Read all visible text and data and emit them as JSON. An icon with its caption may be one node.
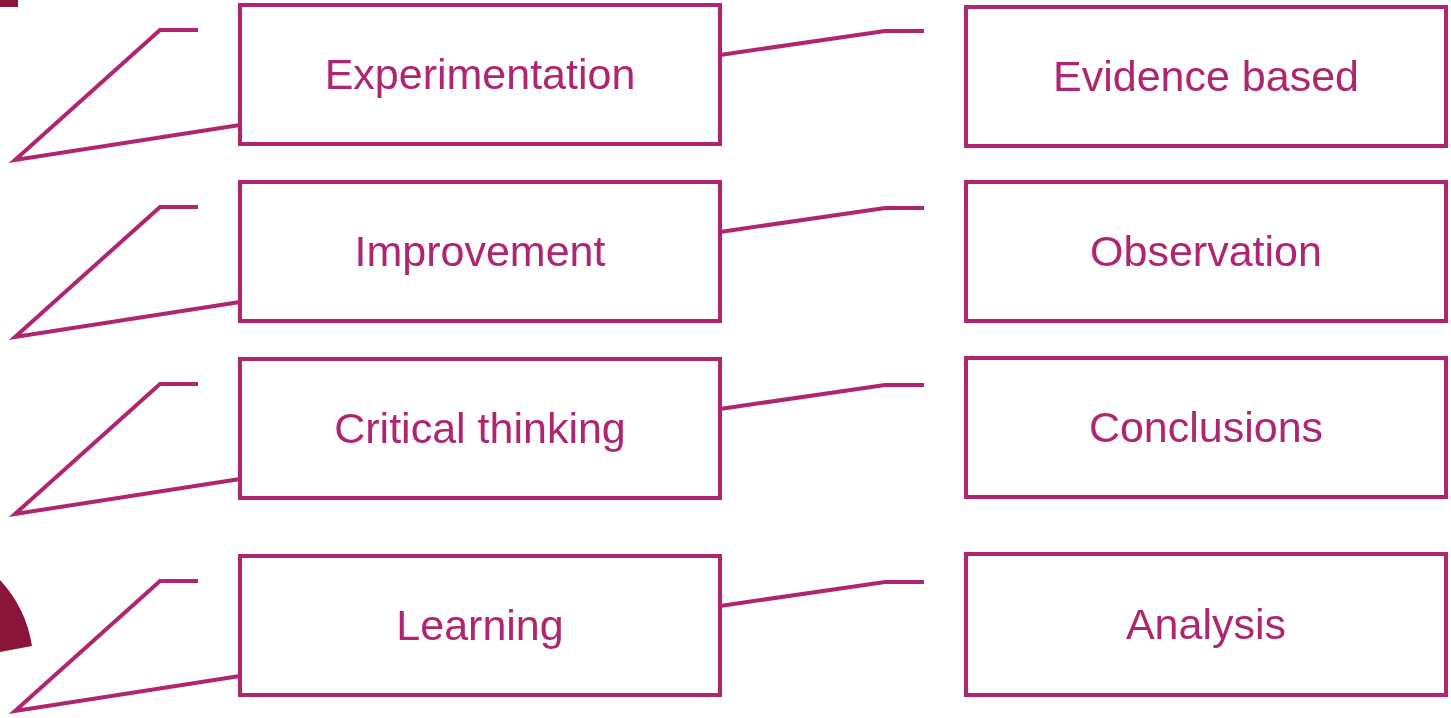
{
  "diagram": {
    "nodes": [
      {
        "text": [
          "Experimentation"
        ]
      },
      {
        "text": [
          "Evidence based"
        ]
      },
      {
        "text": [
          "Improvement"
        ]
      },
      {
        "text": [
          "Observation"
        ]
      },
      {
        "text": [
          "Critical thinking"
        ]
      },
      {
        "text": [
          "Conclusions"
        ]
      },
      {
        "text": [
          "Learning"
        ]
      },
      {
        "text": [
          "Analysis"
        ]
      }
    ],
    "edges": [
      {
        "from": null,
        "to": 0,
        "arrow": "none"
      },
      {
        "from": 0,
        "to": null,
        "arrow": "none"
      },
      {
        "from": null,
        "to": 2,
        "arrow": "none"
      },
      {
        "from": 2,
        "to": null,
        "arrow": "none"
      },
      {
        "from": null,
        "to": 4,
        "arrow": "none"
      },
      {
        "from": 4,
        "to": null,
        "arrow": "none"
      },
      {
        "from": null,
        "to": 6,
        "arrow": "none"
      },
      {
        "from": 6,
        "to": null,
        "arrow": "none"
      }
    ]
  }
}
